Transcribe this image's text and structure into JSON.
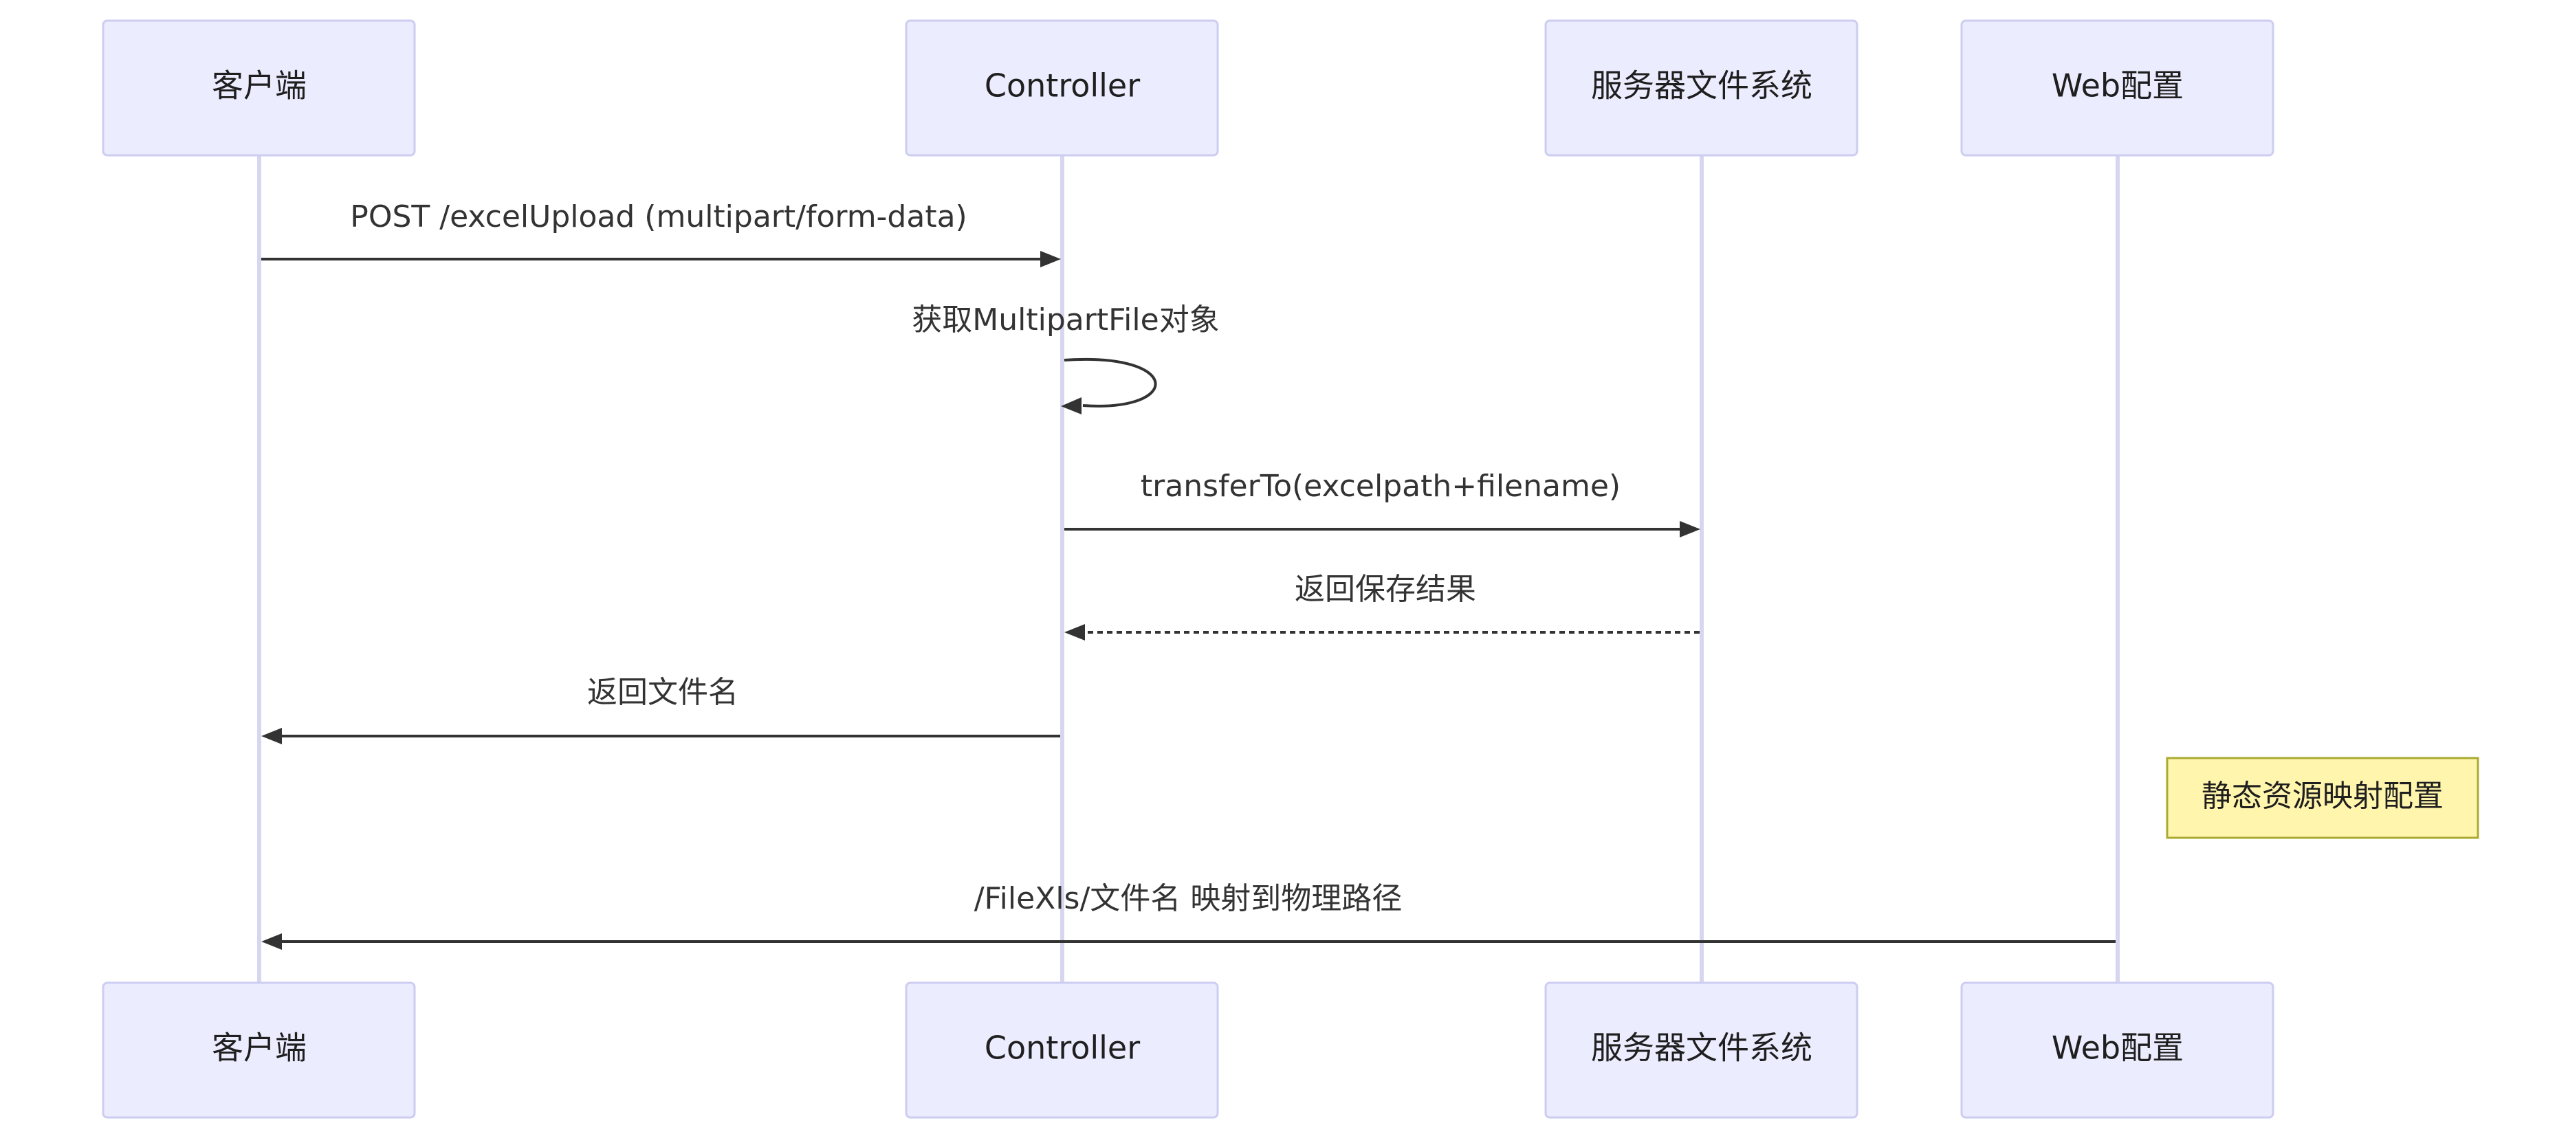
{
  "actors": {
    "client": "客户端",
    "controller": "Controller",
    "fs": "服务器文件系统",
    "web": "Web配置"
  },
  "messages": {
    "m1": "POST /excelUpload (multipart/form-data)",
    "m2": "获取MultipartFile对象",
    "m3": "transferTo(excelpath+filename)",
    "m4": "返回保存结果",
    "m5": "返回文件名",
    "m6": "/FileXls/文件名 映射到物理路径"
  },
  "note": {
    "text": "静态资源映射配置"
  }
}
